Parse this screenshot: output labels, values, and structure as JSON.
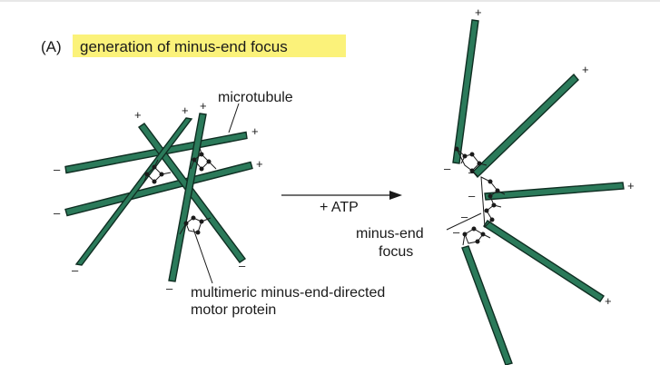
{
  "panel": {
    "letter": "(A)",
    "title": "generation of minus-end focus",
    "title_highlight_color": "#fbf27a"
  },
  "labels": {
    "microtubule": "microtubule",
    "motor_line1": "multimeric minus-end-directed",
    "motor_line2": "motor protein",
    "arrow": "+ ATP",
    "focus_line1": "minus-end",
    "focus_line2": "focus"
  },
  "signs": {
    "plus": "+",
    "minus": "–"
  },
  "colors": {
    "microtubule_fill": "#2b7a5a",
    "microtubule_stroke": "#0f2e22",
    "text": "#1a1a1a"
  }
}
